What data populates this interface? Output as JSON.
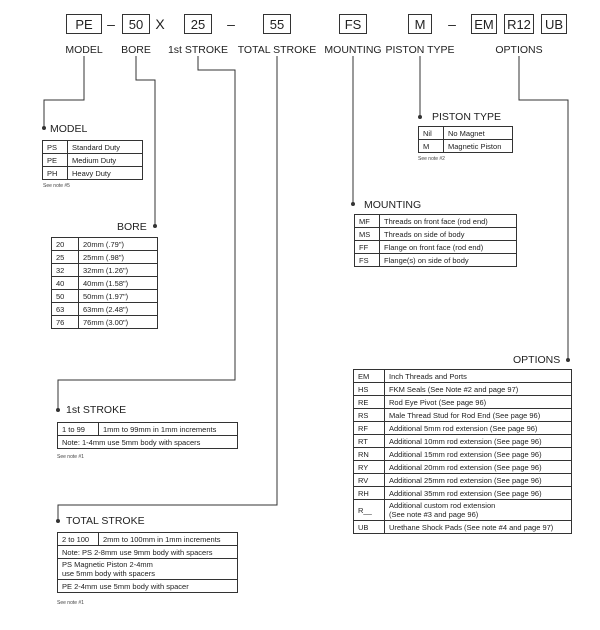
{
  "code": {
    "parts": [
      {
        "id": "model",
        "value": "PE",
        "label": "MODEL"
      },
      {
        "id": "bore",
        "value": "50",
        "label": "BORE"
      },
      {
        "id": "stroke1",
        "value": "25",
        "label": "1st STROKE"
      },
      {
        "id": "total",
        "value": "55",
        "label": "TOTAL STROKE"
      },
      {
        "id": "mounting",
        "value": "FS",
        "label": "MOUNTING"
      },
      {
        "id": "piston",
        "value": "M",
        "label": "PISTON TYPE"
      },
      {
        "id": "opt_em",
        "value": "EM"
      },
      {
        "id": "opt_r12",
        "value": "R12"
      },
      {
        "id": "opt_ub",
        "value": "UB"
      }
    ],
    "separators": [
      "–",
      "X",
      "–",
      "–"
    ],
    "options_label": "OPTIONS"
  },
  "model": {
    "heading": "MODEL",
    "rows": [
      {
        "code": "PS",
        "desc": "Standard Duty"
      },
      {
        "code": "PE",
        "desc": "Medium Duty"
      },
      {
        "code": "PH",
        "desc": "Heavy Duty"
      }
    ],
    "note": "See note #5"
  },
  "piston": {
    "heading": "PISTON TYPE",
    "rows": [
      {
        "code": "Nil",
        "desc": "No Magnet"
      },
      {
        "code": "M",
        "desc": "Magnetic Piston"
      }
    ],
    "note": "See note #2"
  },
  "mounting": {
    "heading": "MOUNTING",
    "rows": [
      {
        "code": "MF",
        "desc": "Threads on front face (rod end)"
      },
      {
        "code": "MS",
        "desc": "Threads on side of body"
      },
      {
        "code": "FF",
        "desc": "Flange on front face (rod end)"
      },
      {
        "code": "FS",
        "desc": "Flange(s) on side of body"
      }
    ]
  },
  "bore": {
    "heading": "BORE",
    "rows": [
      {
        "code": "20",
        "desc": "20mm (.79\")"
      },
      {
        "code": "25",
        "desc": "25mm (.98\")"
      },
      {
        "code": "32",
        "desc": "32mm (1.26\")"
      },
      {
        "code": "40",
        "desc": "40mm (1.58\")"
      },
      {
        "code": "50",
        "desc": "50mm (1.97\")"
      },
      {
        "code": "63",
        "desc": "63mm (2.48\")"
      },
      {
        "code": "76",
        "desc": "76mm (3.00\")"
      }
    ]
  },
  "stroke1": {
    "heading": "1st STROKE",
    "rows": [
      {
        "code": "1 to 99",
        "desc": "1mm to 99mm in 1mm increments"
      }
    ],
    "full_rows": [
      "Note: 1-4mm use 5mm body with spacers"
    ],
    "note": "See note #1"
  },
  "total": {
    "heading": "TOTAL STROKE",
    "rows": [
      {
        "code": "2 to 100",
        "desc": "2mm to 100mm in 1mm increments"
      }
    ],
    "full_rows": [
      "Note: PS 2-8mm use 9mm body with spacers",
      "PS Magnetic Piston 2-4mm\nuse 5mm body with spacers",
      "PE 2-4mm use 5mm body with spacer"
    ],
    "note": "See note #1"
  },
  "options": {
    "heading": "OPTIONS",
    "rows": [
      {
        "code": "EM",
        "desc": "Inch Threads and Ports"
      },
      {
        "code": "HS",
        "desc": "FKM Seals (See Note #2 and page 97)"
      },
      {
        "code": "RE",
        "desc": "Rod Eye Pivot (See page 96)"
      },
      {
        "code": "RS",
        "desc": "Male Thread Stud for Rod End (See page 96)"
      },
      {
        "code": "RF",
        "desc": "Additional 5mm rod extension (See page 96)"
      },
      {
        "code": "RT",
        "desc": "Additional 10mm rod extension (See page 96)"
      },
      {
        "code": "RN",
        "desc": "Additional 15mm rod extension (See page 96)"
      },
      {
        "code": "RY",
        "desc": "Additional 20mm rod extension (See page 96)"
      },
      {
        "code": "RV",
        "desc": "Additional 25mm rod extension (See page 96)"
      },
      {
        "code": "RH",
        "desc": "Additional 35mm rod extension (See page 96)"
      },
      {
        "code": "R__",
        "desc": "Additional custom rod extension\n(See note #3 and page 96)"
      },
      {
        "code": "UB",
        "desc": "Urethane Shock Pads (See note #4 and page 97)"
      }
    ]
  }
}
